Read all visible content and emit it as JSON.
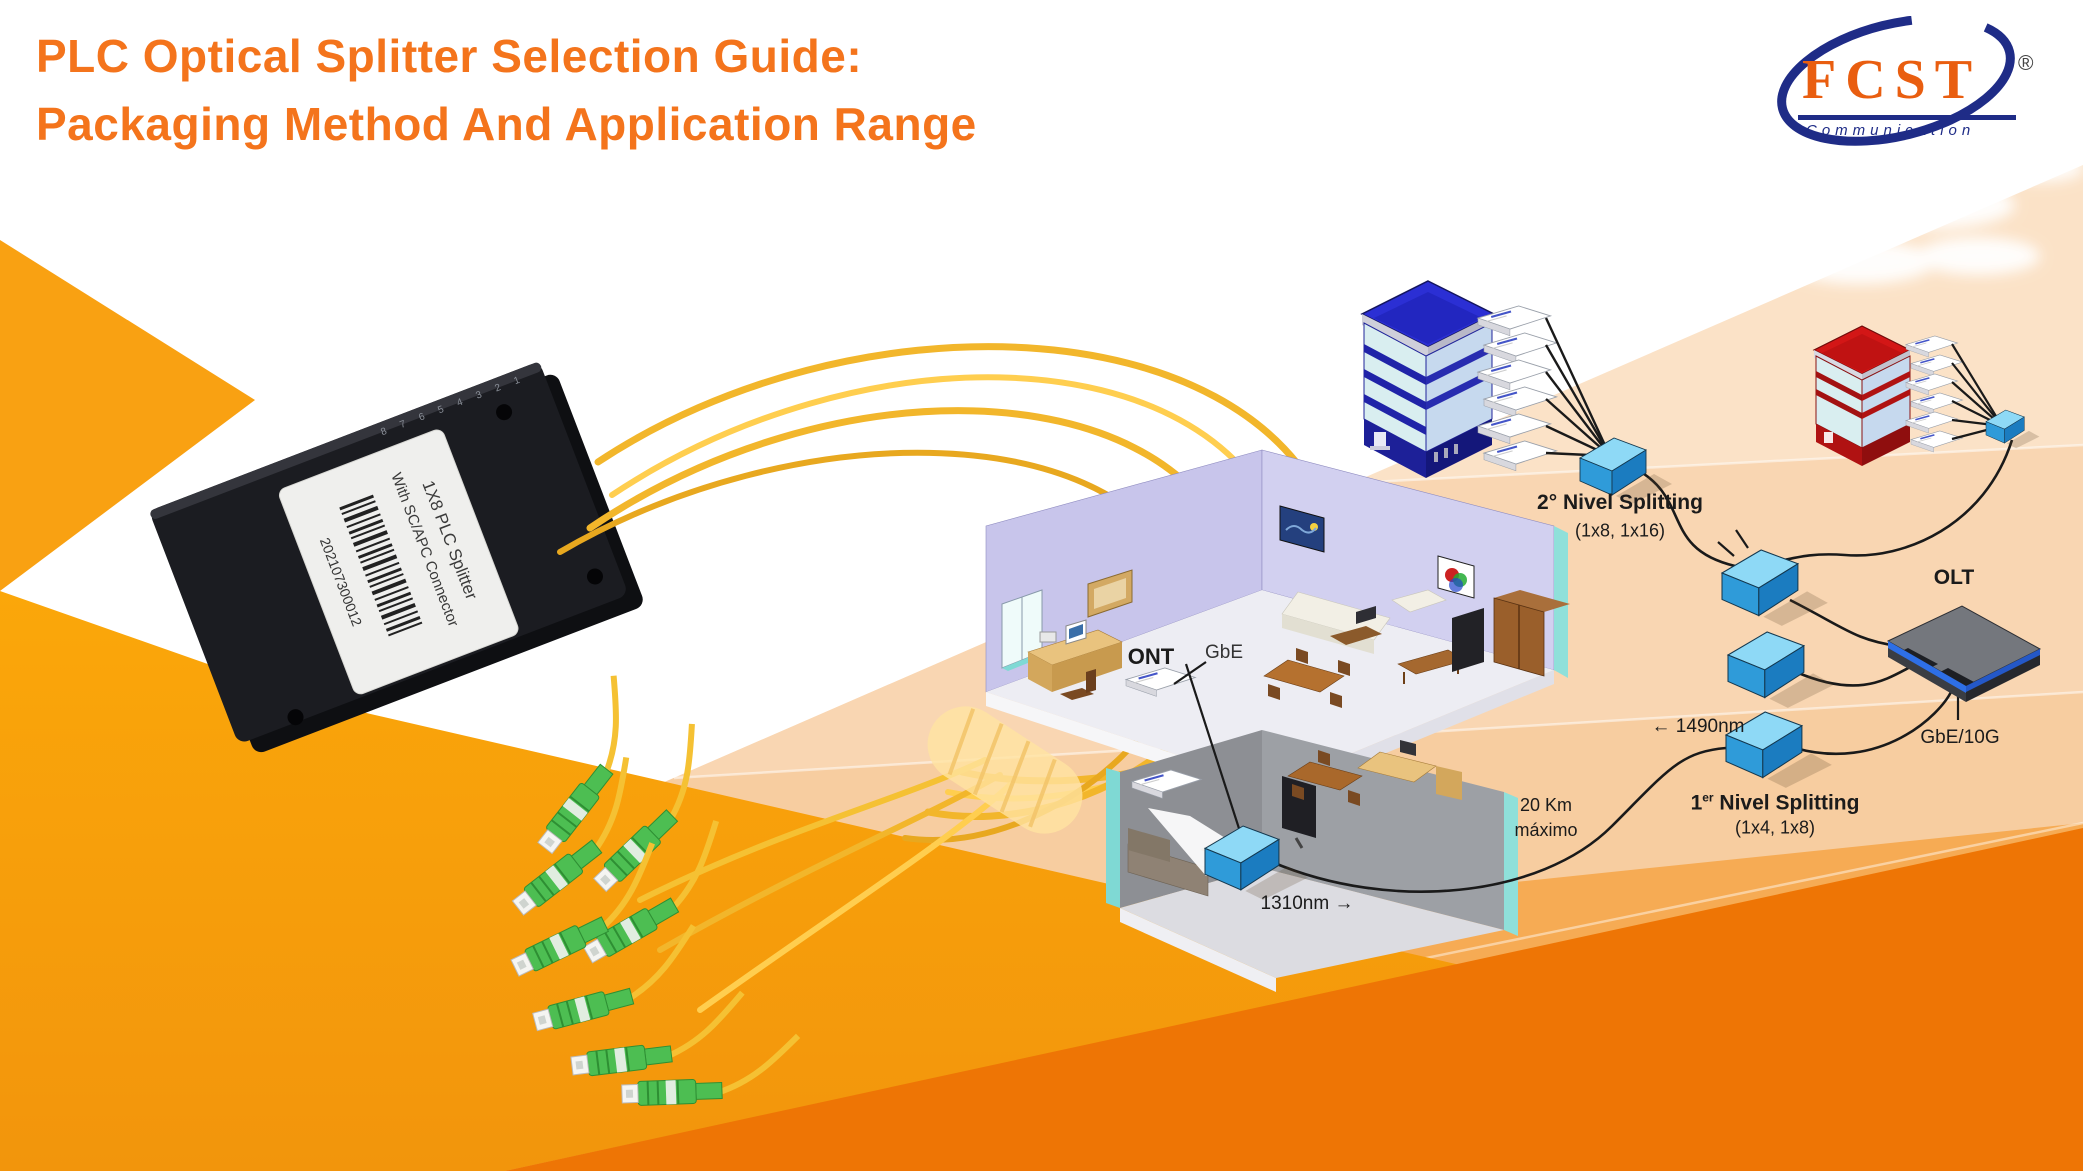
{
  "title": {
    "line1": "PLC Optical Splitter Selection Guide:",
    "line2": "Packaging Method And Application Range"
  },
  "logo": {
    "name": "FCST",
    "registered": "®",
    "tagline": "Communication"
  },
  "product": {
    "label_line1": "1X8 PLC Splitter",
    "label_line2": "With SC/APC Connector",
    "barcode_number": "202107300012",
    "port_numbers": "8 7 6 5 4 3 2 1"
  },
  "diagram": {
    "second_split": {
      "title": "2° Nivel Splitting",
      "ratio": "(1x8, 1x16)"
    },
    "first_split": {
      "num": "1",
      "sup": "er",
      "rest": " Nivel Splitting",
      "ratio": "(1x4, 1x8)"
    },
    "olt": {
      "label": "OLT",
      "port": "GbE/10G"
    },
    "wavelength_down": {
      "arrow": "←",
      "value": "1490nm"
    },
    "wavelength_up": {
      "value": "1310nm",
      "arrow": "→"
    },
    "distance": {
      "line1": "20 Km",
      "line2": "máximo"
    },
    "home": {
      "ont": "ONT",
      "gbe": "GbE"
    }
  },
  "colors": {
    "accent_orange": "#F4741C",
    "left_orange": "#F9A112",
    "dark_orange": "#EE7505",
    "peach_light": "#FBE2C7",
    "splitter_blue": "#2F9BD9",
    "logo_navy": "#1F2C87",
    "logo_orange": "#E95E10"
  }
}
